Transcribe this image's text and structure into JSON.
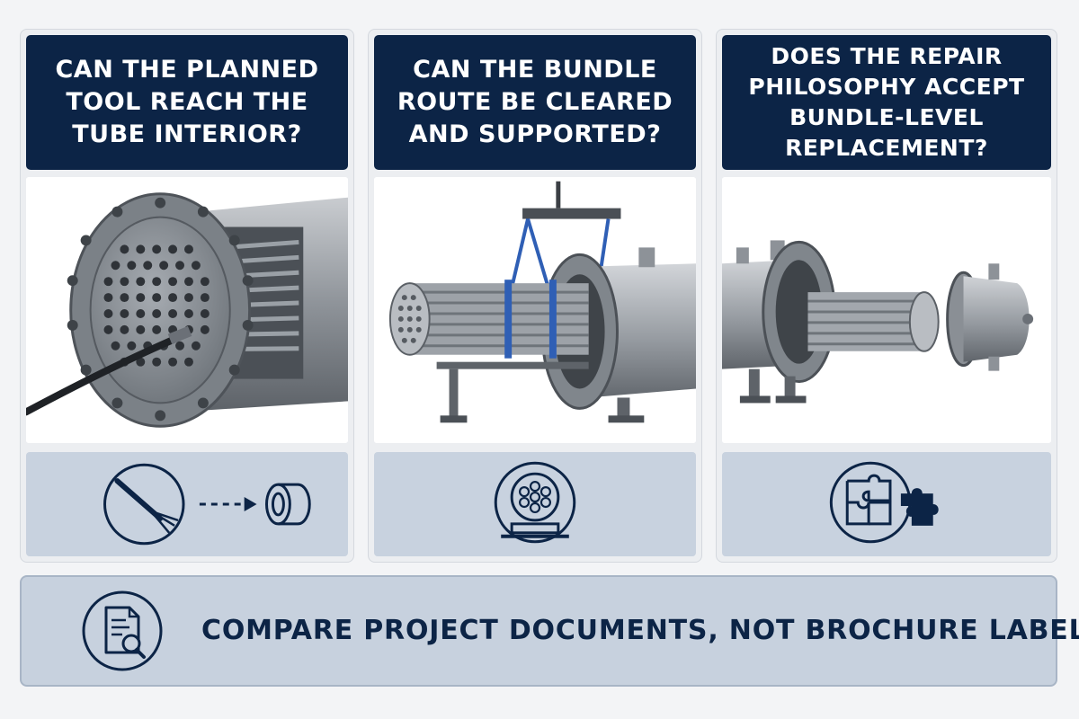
{
  "panels": [
    {
      "title": "CAN THE PLANNED TOOL REACH THE TUBE INTERIOR?",
      "icon": "probe-to-tube-icon"
    },
    {
      "title": "CAN THE BUNDLE ROUTE BE CLEARED AND SUPPORTED?",
      "icon": "supported-bundle-icon"
    },
    {
      "title": "DOES THE REPAIR PHILOSOPHY ACCEPT BUNDLE-LEVEL REPLACEMENT?",
      "icon": "puzzle-piece-icon"
    }
  ],
  "banner": {
    "text": "COMPARE PROJECT DOCUMENTS, NOT BROCHURE LABELS.",
    "icon": "document-search-icon"
  },
  "colors": {
    "navy": "#0c2446",
    "panel": "#c8d2df",
    "sling": "#2f5fb5"
  }
}
